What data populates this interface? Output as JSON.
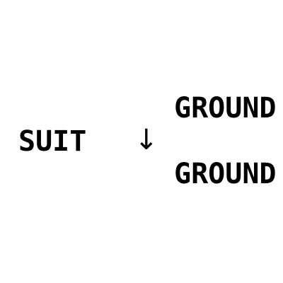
{
  "left_word": "SUIT",
  "arrow": "↓",
  "right_words": [
    "GROUND",
    "GROUND"
  ]
}
